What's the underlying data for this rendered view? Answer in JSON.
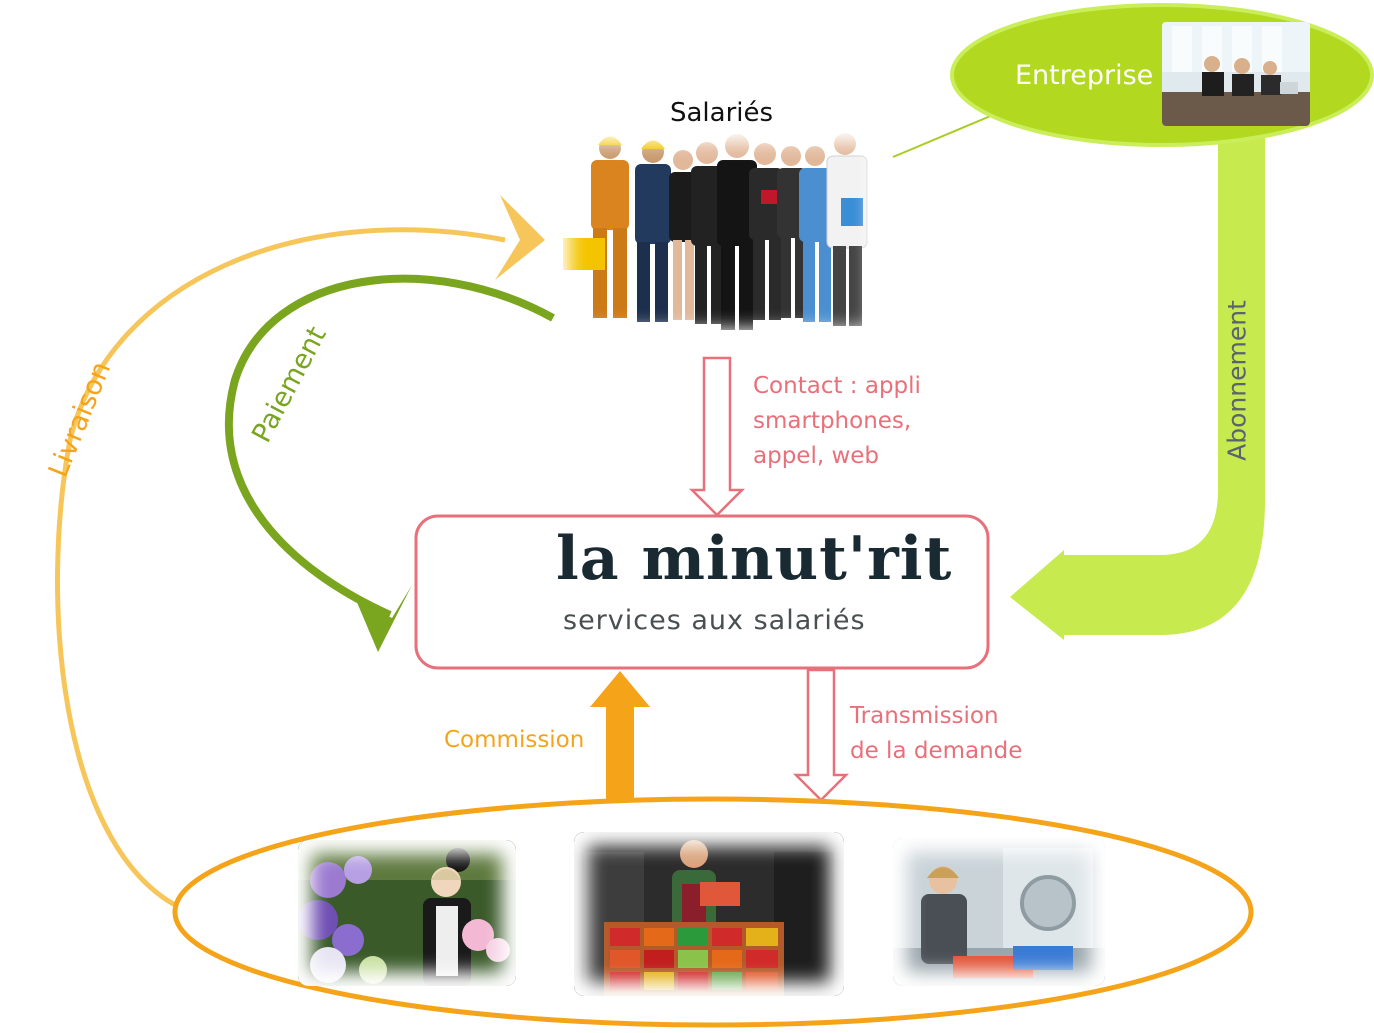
{
  "nodes": {
    "salaries": "Salariés",
    "entreprise": "Entreprise",
    "logo_name": "la minut'rit",
    "logo_tagline": "services aux salariés"
  },
  "edges": {
    "contact": [
      "Contact : appli",
      "smartphones,",
      "appel, web"
    ],
    "transmission": [
      "Transmission",
      "de la demande"
    ],
    "commission": "Commission",
    "abonnement": "Abonnement",
    "paiement": "Paiement",
    "livraison": "Livraison"
  },
  "colors": {
    "pink": "#e8707a",
    "orange": "#f5a41a",
    "light_orange": "#f7c65a",
    "green": "#7aa51e",
    "lime": "#c7ea4f",
    "lime_dark": "#a8cc22"
  },
  "photos": [
    "salaries-group-photo",
    "entreprise-meeting-photo",
    "florist-photo",
    "grocer-photo",
    "laundry-photo"
  ]
}
